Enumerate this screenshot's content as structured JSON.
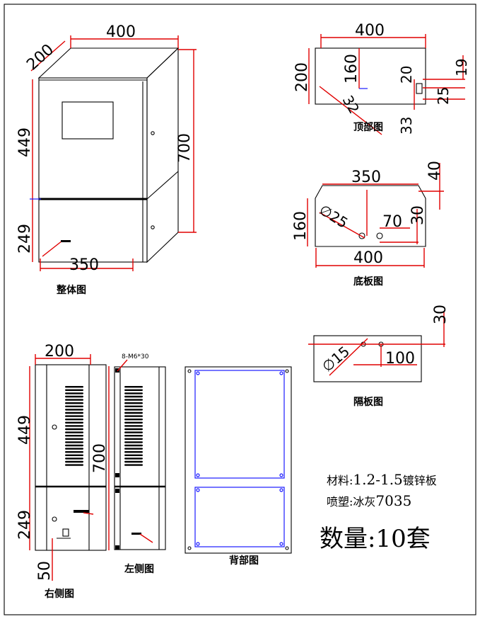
{
  "views": {
    "overall": {
      "title": "整体图",
      "dims": {
        "width_top": "400",
        "depth": "200",
        "height": "700",
        "upper": "449",
        "lower": "249",
        "width_bottom": "350"
      }
    },
    "top": {
      "title": "顶部图",
      "dims": {
        "width": "400",
        "depth": "200",
        "inner": "160",
        "d20": "20",
        "d19": "19",
        "d25": "25",
        "d33": "33",
        "diag": "32"
      }
    },
    "bottom_plate": {
      "title": "底板图",
      "dims": {
        "top_width": "350",
        "width": "400",
        "depth": "160",
        "hole": "∅25",
        "d70": "70",
        "d30": "30",
        "d40": "40"
      }
    },
    "partition": {
      "title": "隔板图",
      "dims": {
        "hole": "∅15",
        "d100": "100",
        "d30": "30"
      }
    },
    "right_side": {
      "title": "右侧图",
      "dims": {
        "width": "200",
        "upper": "449",
        "lower": "249",
        "height": "700",
        "base": "50"
      }
    },
    "left_side": {
      "title": "左侧图",
      "dims": {
        "screws": "8-M6*30"
      }
    },
    "back": {
      "title": "背部图"
    }
  },
  "notes": {
    "material_label": "材料:",
    "material_value": "1.2-1.5",
    "material_suffix": "镀锌板",
    "coating_label": "喷塑:",
    "coating_color": "冰灰",
    "coating_code": "7035",
    "quantity_label": "数量:",
    "quantity_value": "10",
    "quantity_unit": "套"
  }
}
